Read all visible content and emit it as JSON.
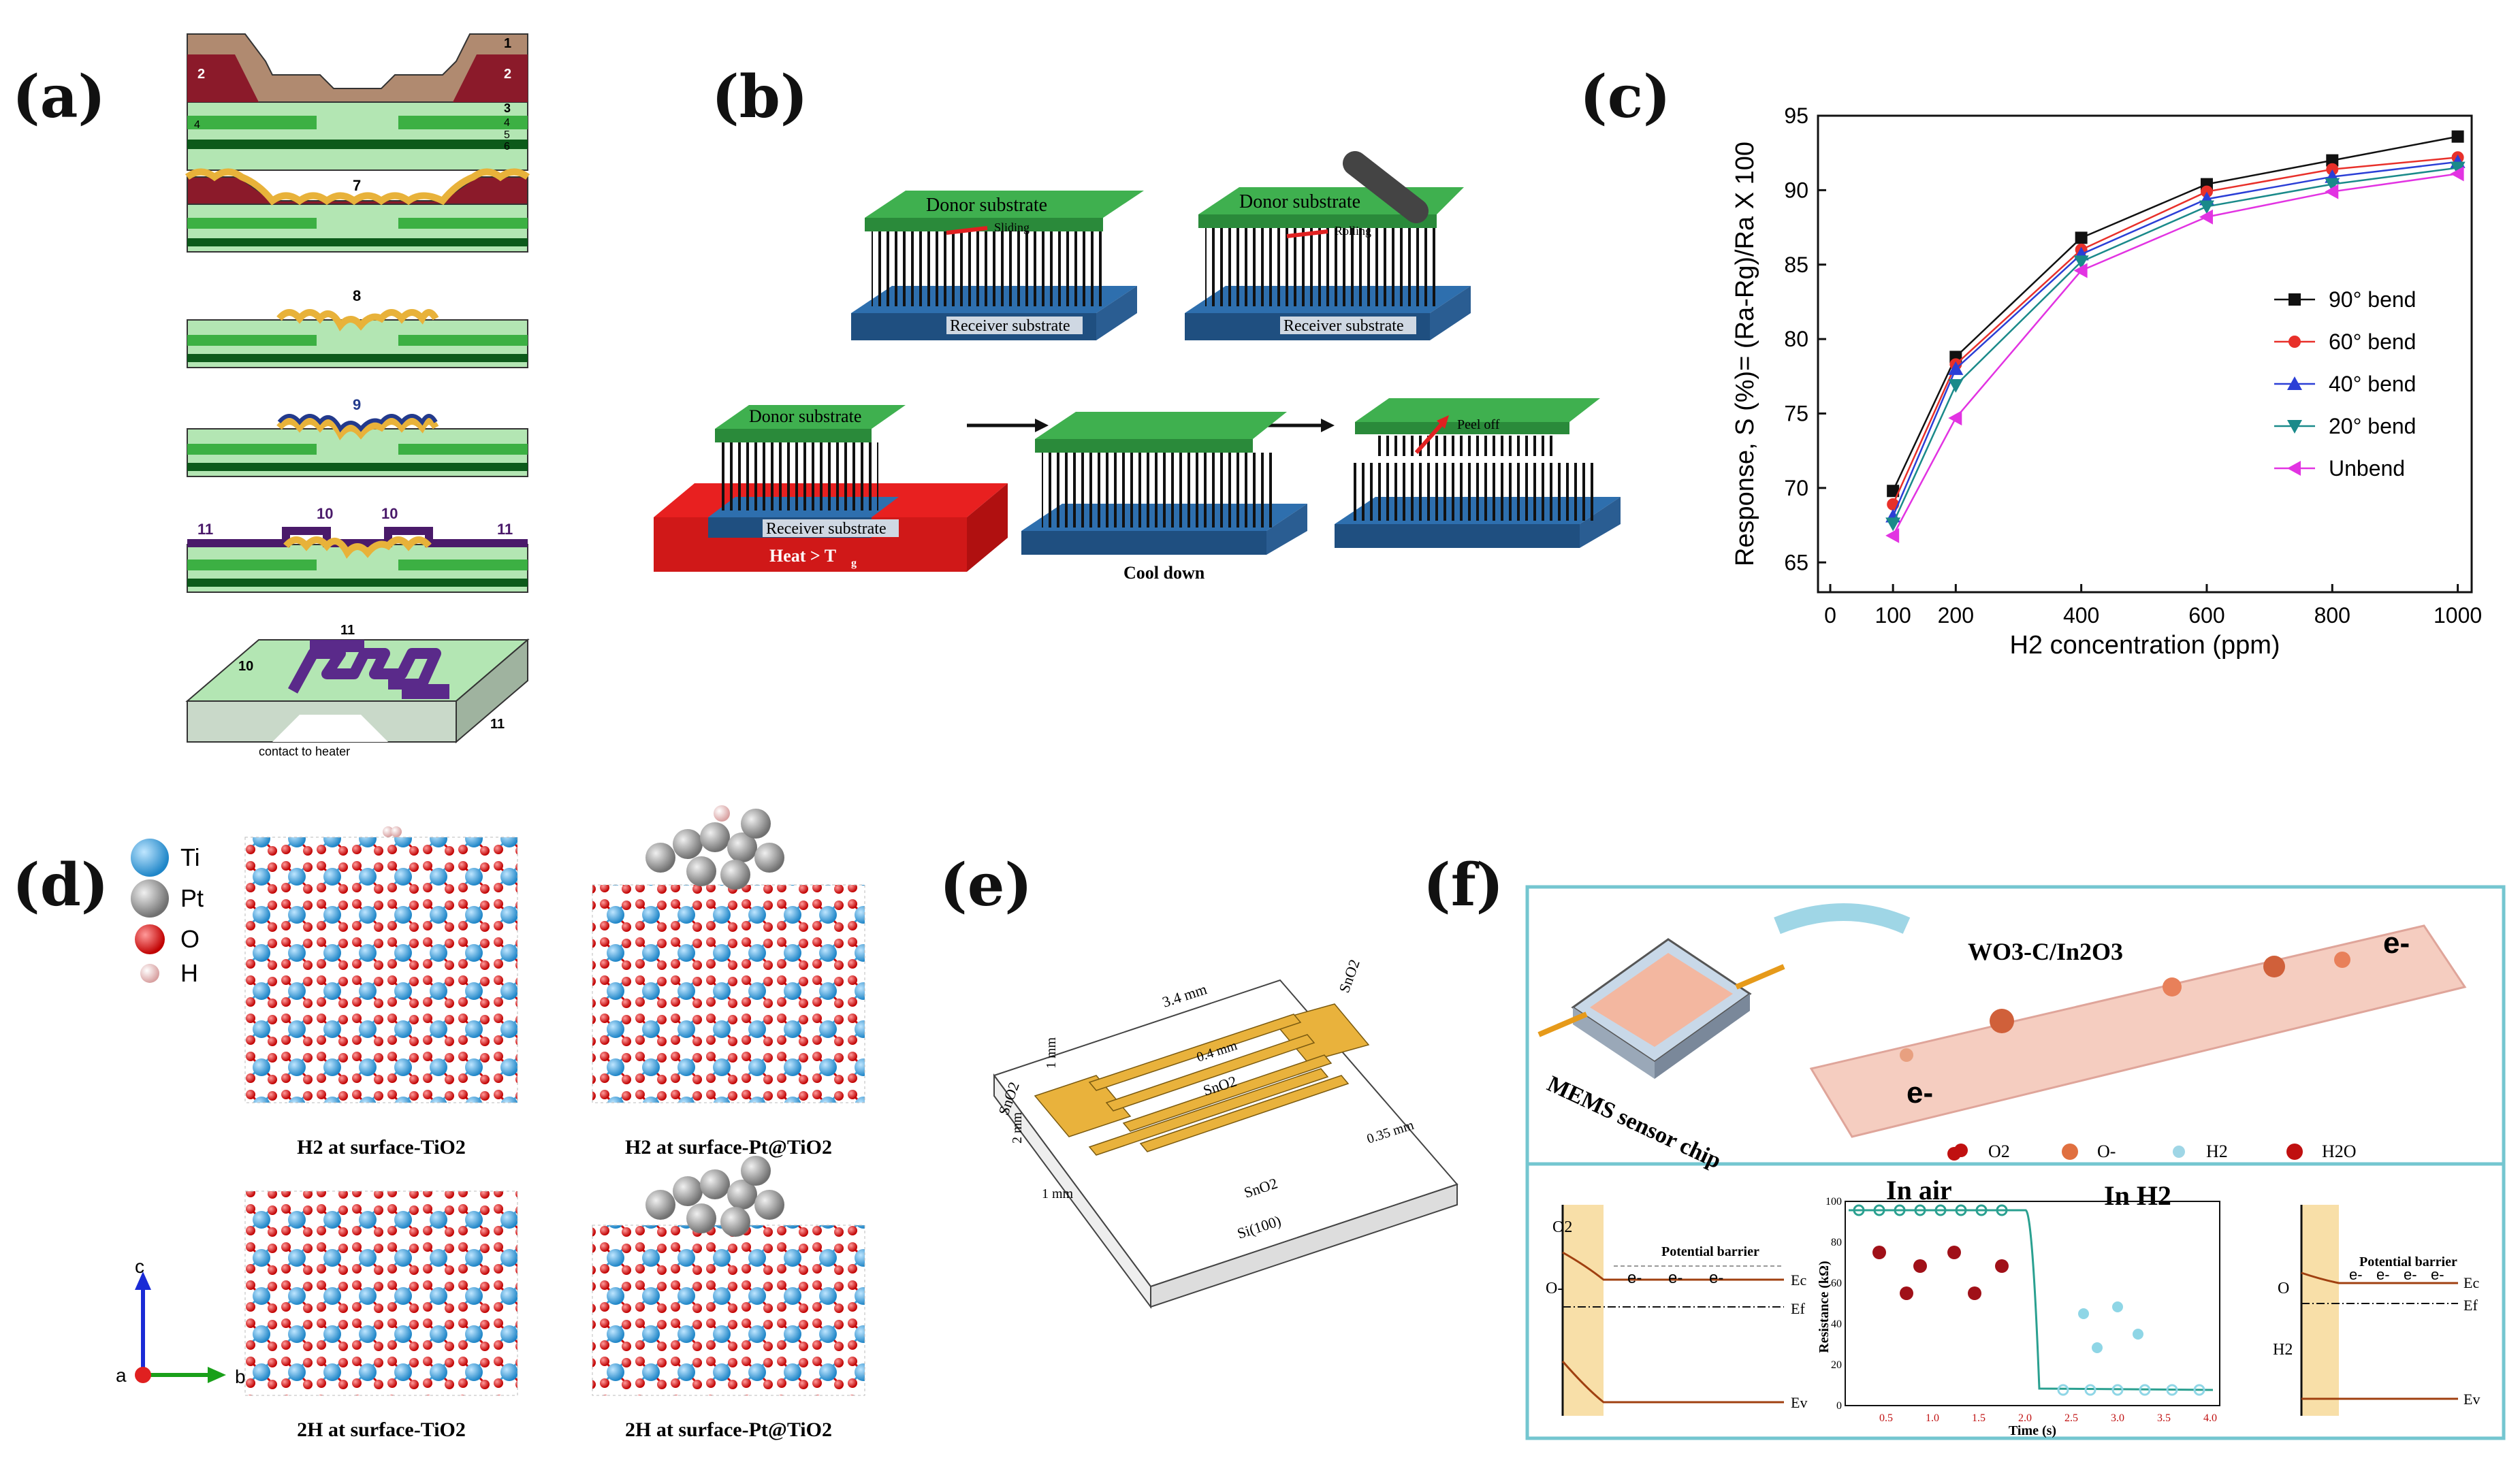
{
  "panels": {
    "a": "(a)",
    "b": "(b)",
    "c": "(c)",
    "d": "(d)",
    "e": "(e)",
    "f": "(f)"
  },
  "panel_a": {
    "layer_numbers": [
      "1",
      "2",
      "2",
      "3",
      "4",
      "4",
      "5",
      "6",
      "7",
      "8",
      "9",
      "10",
      "10",
      "11",
      "11",
      "11",
      "10",
      "11"
    ],
    "contact_label": "contact to heater"
  },
  "panel_b": {
    "donor": "Donor substrate",
    "receiver": "Receiver substrate",
    "sliding": "Sliding",
    "rolling": "Rolling",
    "heat": "Heat > T",
    "heat_sub": "g",
    "cool": "Cool down",
    "peel": "Peel off"
  },
  "chart_data": {
    "type": "line",
    "title": "",
    "xlabel": "H2 concentration (ppm)",
    "ylabel": "Response, S (%)= (Ra-Rg)/Ra X 100",
    "xlim": [
      0,
      1000
    ],
    "ylim": [
      63,
      95
    ],
    "xticks": [
      0,
      100,
      200,
      400,
      600,
      800,
      1000
    ],
    "yticks": [
      65,
      70,
      75,
      80,
      85,
      90,
      95
    ],
    "x": [
      100,
      200,
      400,
      600,
      800,
      1000
    ],
    "grid": false,
    "legend_position": "center-right",
    "series": [
      {
        "name": "90° bend",
        "color": "#111111",
        "marker": "square",
        "values": [
          69.8,
          78.8,
          86.8,
          90.4,
          92.0,
          93.6
        ]
      },
      {
        "name": "60° bend",
        "color": "#e8302a",
        "marker": "circle",
        "values": [
          68.9,
          78.3,
          86.0,
          89.9,
          91.4,
          92.2
        ]
      },
      {
        "name": "40° bend",
        "color": "#2b3fd6",
        "marker": "triangle-up",
        "values": [
          68.1,
          78.0,
          85.7,
          89.4,
          90.9,
          91.9
        ]
      },
      {
        "name": "20° bend",
        "color": "#1a8a8a",
        "marker": "triangle-down",
        "values": [
          67.6,
          76.9,
          85.2,
          88.9,
          90.4,
          91.5
        ]
      },
      {
        "name": "Unbend",
        "color": "#e233e2",
        "marker": "triangle-left",
        "values": [
          66.8,
          74.7,
          84.6,
          88.2,
          89.9,
          91.1
        ]
      }
    ]
  },
  "panel_d": {
    "legend": [
      "Ti",
      "Pt",
      "O",
      "H"
    ],
    "captions": [
      "H2 at surface-TiO2",
      "H2 at surface-Pt@TiO2",
      "2H at surface-TiO2",
      "2H at surface-Pt@TiO2"
    ],
    "axes": {
      "c": "c",
      "a": "a",
      "b": "b"
    }
  },
  "panel_e": {
    "dim_top": "3.4 mm",
    "dim_gap": "0.4 mm",
    "dim_1mm_a": "1 mm",
    "dim_2mm": "2 mm",
    "dim_1mm_b": "1 mm",
    "dim_035": "0.35 mm",
    "sno2": [
      "SnO2",
      "SnO2",
      "SnO2",
      "SnO2"
    ],
    "substrate": "Si(100)"
  },
  "panel_f": {
    "title": "WO3-C/In2O3",
    "chip": "MEMS sensor chip",
    "electron": "e-",
    "legend": [
      "O2",
      "O-",
      "H2",
      "H2O"
    ],
    "in_air": "In air",
    "in_h2": "In H2",
    "potential_barrier": "Potential barrier",
    "band_labels": [
      "Ec",
      "Ef",
      "Ev",
      "O2",
      "O-",
      "O",
      "H2"
    ],
    "plot": {
      "ylabel": "Resistance (kΩ)",
      "xlabel": "Time (s)",
      "yticks": [
        "100",
        "80",
        "60",
        "40",
        "20",
        "0"
      ],
      "xticks": [
        "0.5",
        "1.0",
        "1.5",
        "2.0",
        "2.5",
        "3.0",
        "3.5",
        "4.0"
      ]
    }
  },
  "colors": {
    "green": "#39b54a",
    "blue": "#2f6fb1",
    "red": "#e8302a",
    "gold": "#e8b23a",
    "ti": "#3aa0d8",
    "o": "#d8141c"
  }
}
